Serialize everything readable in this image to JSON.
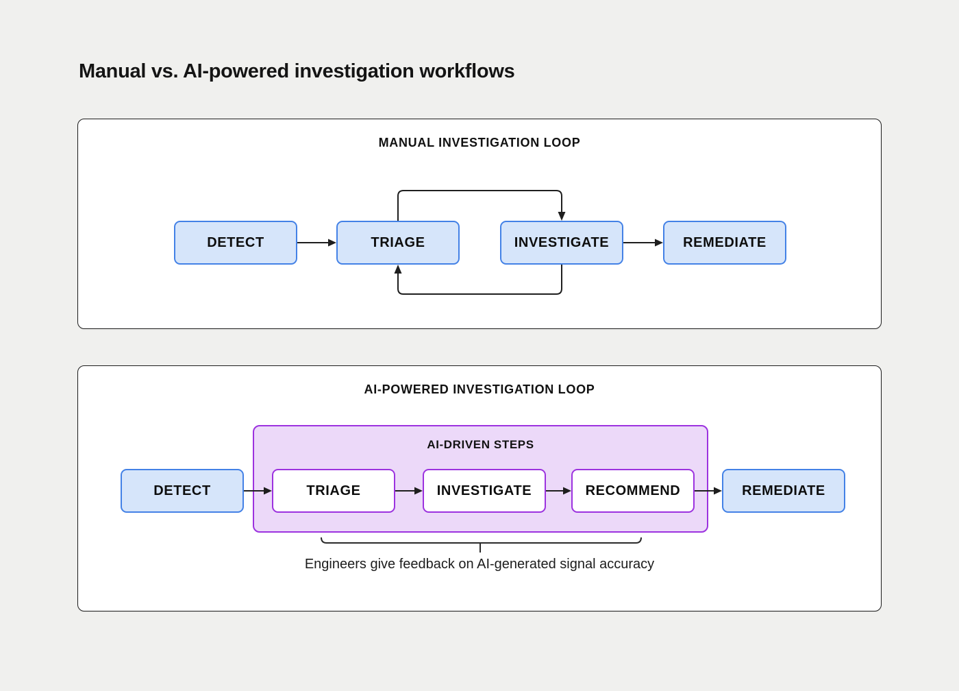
{
  "page": {
    "title": "Manual vs. AI-powered investigation workflows",
    "background_color": "#f0f0ee"
  },
  "colors": {
    "panel_border": "#1c1c1c",
    "node_blue_fill": "#d6e5fa",
    "node_blue_border": "#4381e6",
    "ai_group_fill": "#ecd9f9",
    "ai_purple_border": "#9c32df",
    "arrow": "#1e1e1e"
  },
  "manual_panel": {
    "title": "MANUAL INVESTIGATION LOOP",
    "nodes": [
      {
        "label": "DETECT"
      },
      {
        "label": "TRIAGE"
      },
      {
        "label": "INVESTIGATE"
      },
      {
        "label": "REMEDIATE"
      }
    ]
  },
  "ai_panel": {
    "title": "AI-POWERED INVESTIGATION LOOP",
    "group_label": "AI-DRIVEN STEPS",
    "nodes": [
      {
        "label": "DETECT"
      },
      {
        "label": "TRIAGE"
      },
      {
        "label": "INVESTIGATE"
      },
      {
        "label": "RECOMMEND"
      },
      {
        "label": "REMEDIATE"
      }
    ],
    "caption": "Engineers give feedback on AI-generated signal accuracy"
  }
}
